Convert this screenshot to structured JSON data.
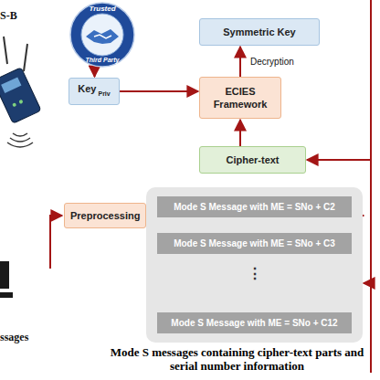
{
  "diagram": {
    "nodes": [
      {
        "text": [
          "Trusted",
          "Third Party"
        ]
      },
      {
        "text": [
          "Symmetric Key"
        ]
      },
      {
        "text": [
          "Key",
          "Priv"
        ]
      },
      {
        "text": [
          "ECIES Framework"
        ]
      },
      {
        "text": [
          "Cipher-text"
        ]
      },
      {
        "text": [
          "Preprocessing"
        ]
      },
      {
        "text": [
          "Mode S messages containing cipher-text parts and serial number information"
        ]
      },
      {
        "text": [
          "Mode S Message with ME = SNo + C2"
        ],
        "in": 6
      },
      {
        "text": [
          "Mode S Message with ME = SNo + C3"
        ],
        "in": 6
      },
      {
        "text": [
          "Mode S Message with ME = SNo + C12"
        ],
        "in": 6
      }
    ],
    "edges": [
      {
        "from": 0,
        "to": 2,
        "arrow": "to"
      },
      {
        "from": 2,
        "to": 3,
        "arrow": "to"
      },
      {
        "from": 3,
        "to": 1,
        "arrow": "to",
        "label": "Decryption"
      },
      {
        "from": 4,
        "to": 3,
        "arrow": "to"
      },
      {
        "from": 5,
        "to": 6,
        "arrow": "to"
      }
    ],
    "labels": [
      "S-B",
      "⋮",
      "ssages"
    ]
  }
}
